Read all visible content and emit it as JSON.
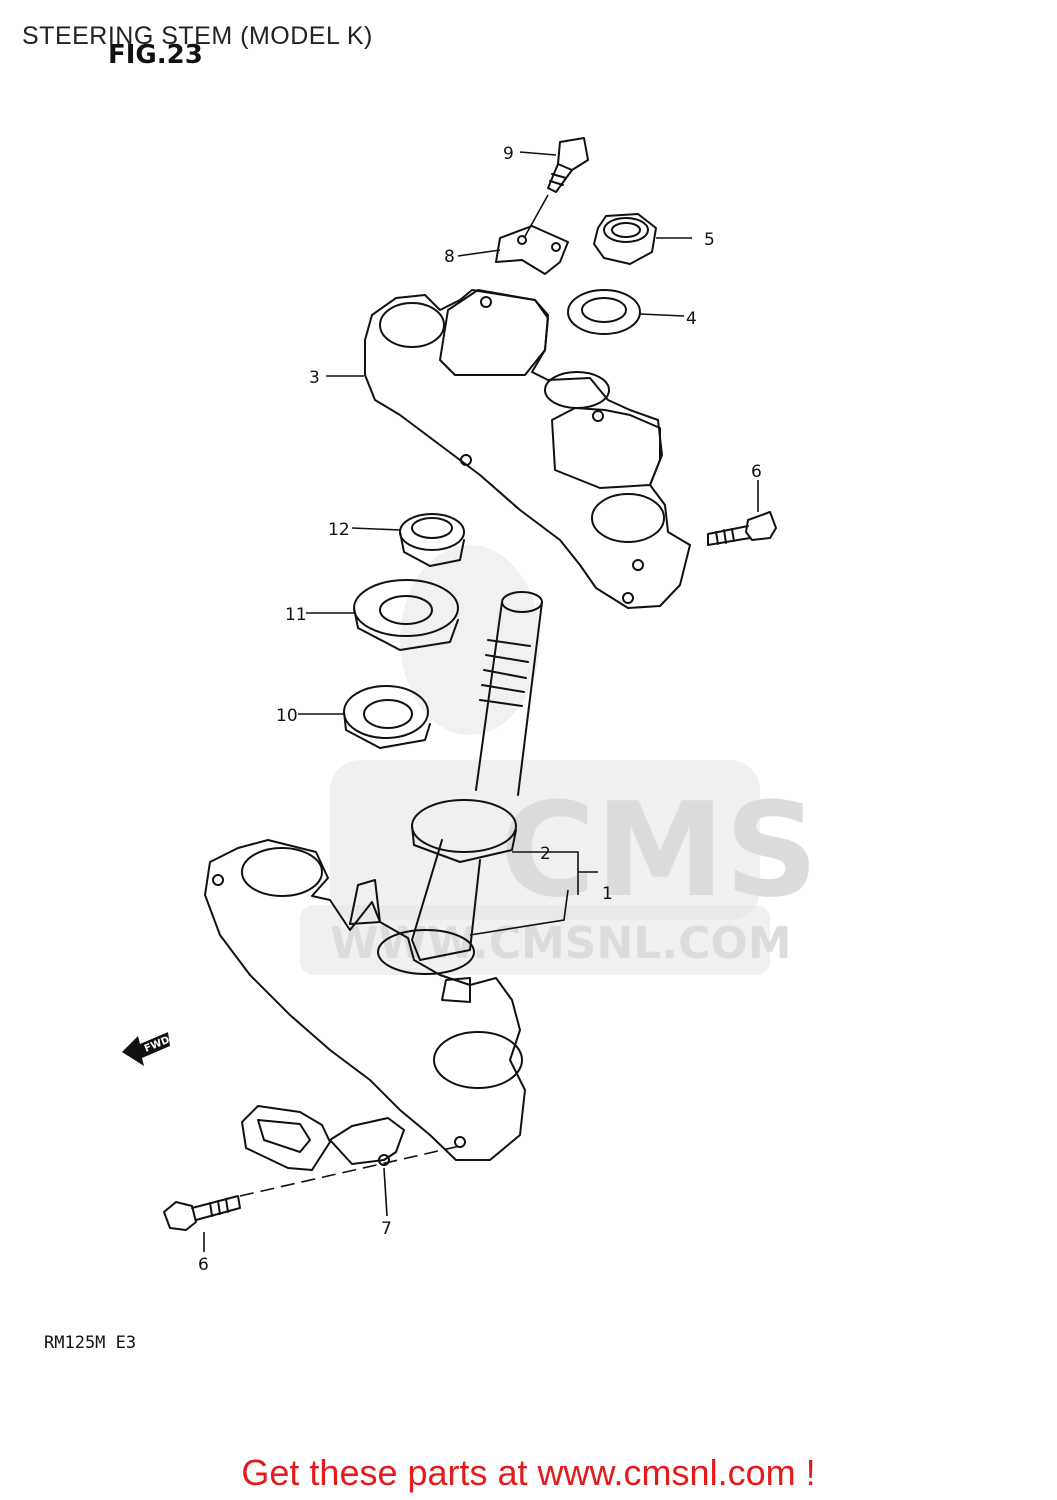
{
  "title": "STEERING STEM (MODEL K)",
  "figure_label": "FIG.23",
  "model_code": "RM125M E3",
  "fwd_label": "FWD",
  "watermark": {
    "brand": "CMS",
    "url": "WWW.CMSNL.COM"
  },
  "callouts": [
    "9",
    "8",
    "5",
    "4",
    "3",
    "6",
    "12",
    "11",
    "10",
    "2",
    "1",
    "6",
    "7"
  ],
  "footer_cta": "Get these parts at www.cmsnl.com !",
  "colors": {
    "cta": "#e51b1b",
    "line": "#111111",
    "watermark": "#e0e0e0"
  }
}
